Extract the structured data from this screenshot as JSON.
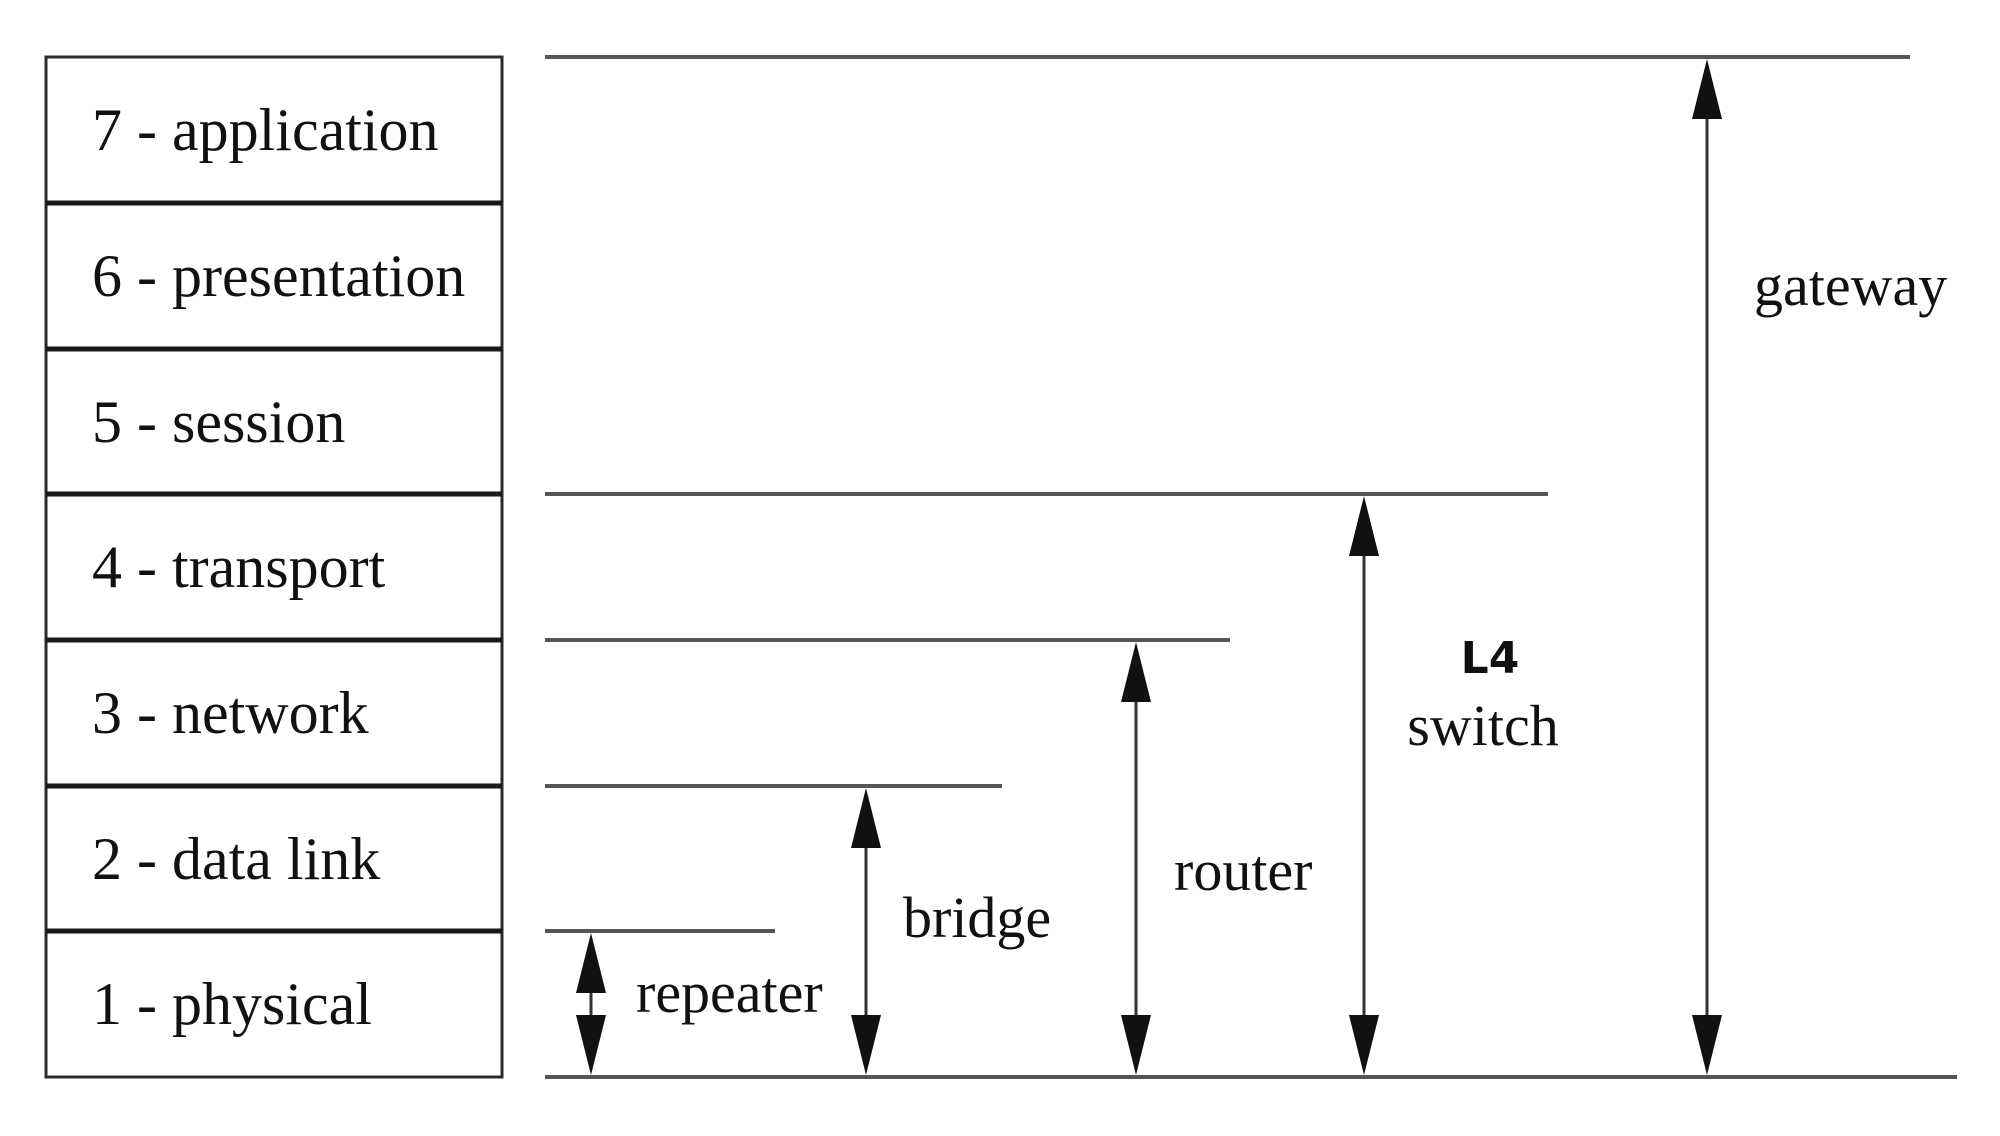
{
  "layers": [
    {
      "label": "7 - application"
    },
    {
      "label": "6 - presentation"
    },
    {
      "label": "5 - session"
    },
    {
      "label": "4 - transport"
    },
    {
      "label": "3 - network"
    },
    {
      "label": "2 - data link"
    },
    {
      "label": "1 - physical"
    }
  ],
  "devices": {
    "repeater": {
      "label": "repeater",
      "top_layer": 1
    },
    "bridge": {
      "label": "bridge",
      "top_layer": 2
    },
    "router": {
      "label": "router",
      "top_layer": 3
    },
    "l4_switch": {
      "label_bold": "L4",
      "label": "switch",
      "top_layer": 4
    },
    "gateway": {
      "label": "gateway",
      "top_layer": 7
    }
  }
}
